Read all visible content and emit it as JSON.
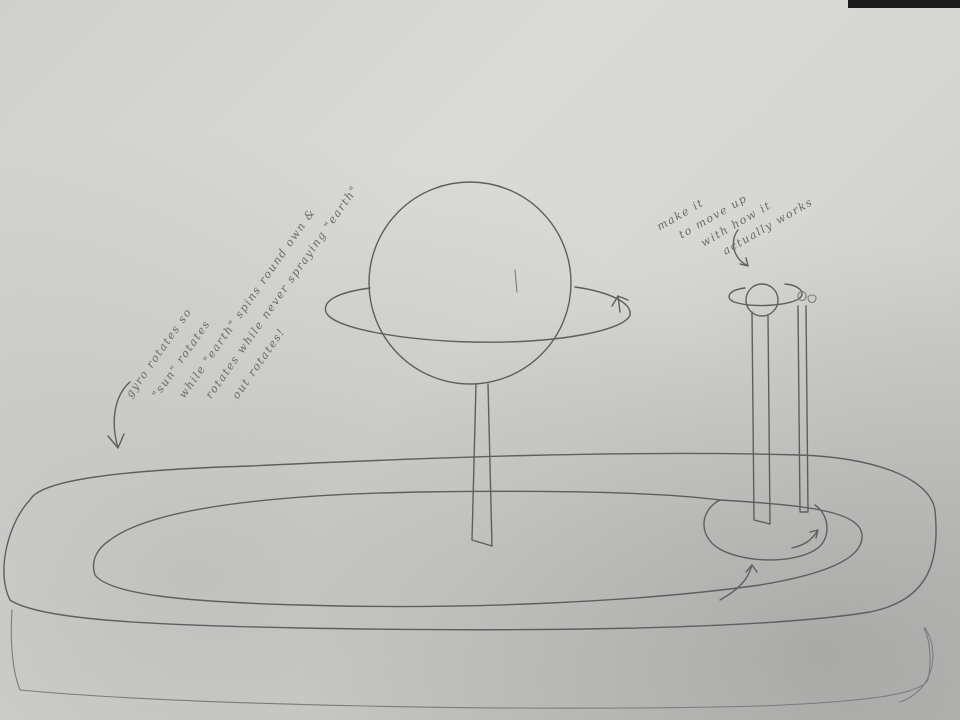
{
  "annotations": {
    "left_note": [
      "gyro rotates so",
      "\"sun\" rotates",
      "while \"earth\" spins round own &",
      "rotates while never spraying \"earth\"",
      "out rotates!"
    ],
    "right_note": [
      "make it",
      "to move up",
      "with how it",
      "actually works"
    ]
  },
  "colors": {
    "paper": "#d6d6d3",
    "pencil": "#5e5e5e"
  }
}
